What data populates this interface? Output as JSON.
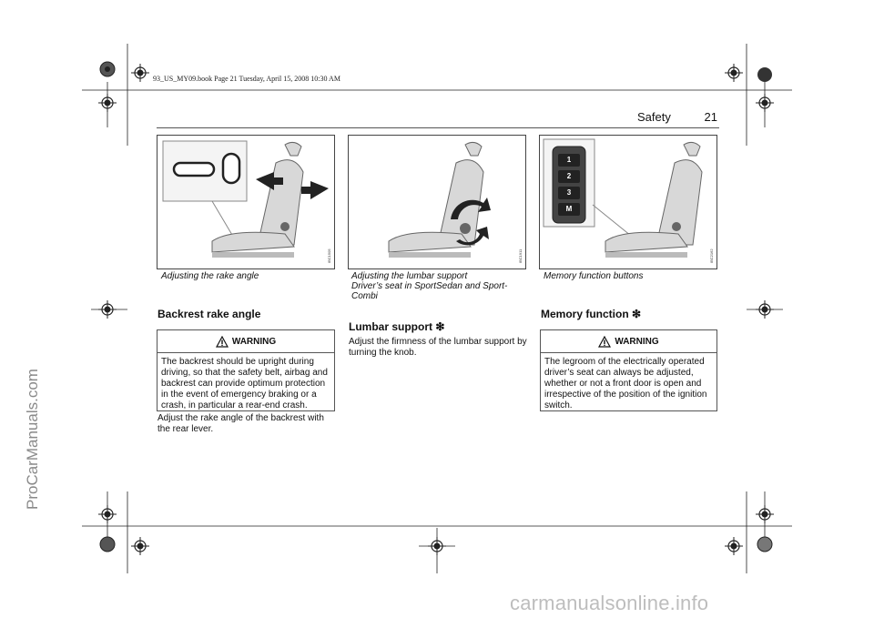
{
  "print_header": "93_US_MY09.book  Page 21  Tuesday, April 15, 2008  10:30 AM",
  "page_header": {
    "section": "Safety",
    "page_number": "21"
  },
  "side_watermark": "ProCarManuals.com",
  "footer_watermark": "carmanualsonline.info",
  "figures": [
    {
      "caption": "Adjusting the rake angle",
      "code": "IBC1505"
    },
    {
      "caption_lines": [
        "Adjusting the lumbar support",
        "Driver’s seat in SportSedan and Sport-",
        "Combi"
      ],
      "code": "IBC1911"
    },
    {
      "caption": "Memory function buttons",
      "code": "IBC2162",
      "buttons": [
        "1",
        "2",
        "3",
        "M"
      ]
    }
  ],
  "col1": {
    "heading": "Backrest rake angle",
    "warning_label": "WARNING",
    "warning_lines": [
      "The backrest should be upright during",
      "driving, so that the safety belt, airbag and",
      "backrest can provide optimum protection",
      "in the event of emergency braking or a",
      "crash, in particular a rear-end crash."
    ],
    "body_lines": [
      "Adjust the rake angle of the backrest with",
      "the rear lever."
    ]
  },
  "col2": {
    "heading": "Lumbar support",
    "heading_symbol": "❇",
    "body_lines": [
      "Adjust the firmness of the lumbar support by",
      "turning the knob."
    ]
  },
  "col3": {
    "heading": "Memory function",
    "heading_symbol": "❇",
    "warning_label": "WARNING",
    "warning_lines": [
      "The legroom of the electrically operated",
      "driver’s seat can always be adjusted,",
      "whether or not a front door is open and",
      "irrespective of the position of the ignition",
      "switch."
    ]
  },
  "colors": {
    "text": "#111111",
    "seat_fill": "#d8d8d8",
    "arrow_dark": "#222222",
    "watermark": "#8a8a8a"
  }
}
